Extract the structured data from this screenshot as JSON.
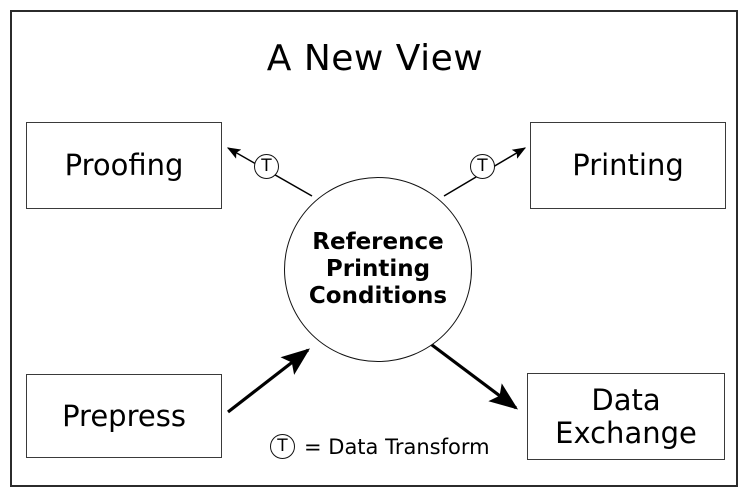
{
  "diagram": {
    "title": "A New View",
    "hub": {
      "label_lines": [
        "Reference",
        "Printing",
        "Conditions"
      ],
      "label": "Reference Printing Conditions"
    },
    "nodes": [
      {
        "id": "proofing",
        "label": "Proofing"
      },
      {
        "id": "printing",
        "label": "Printing"
      },
      {
        "id": "prepress",
        "label": "Prepress"
      },
      {
        "id": "data-exchange",
        "label": "Data Exchange",
        "label_lines": [
          "Data",
          "Exchange"
        ]
      }
    ],
    "badges": {
      "transform_symbol": "T"
    },
    "legend": {
      "symbol": "T",
      "text": "= Data Transform"
    },
    "edges": [
      {
        "from": "hub",
        "to": "proofing",
        "has_transform_badge": true,
        "direction": "to-proofing"
      },
      {
        "from": "hub",
        "to": "printing",
        "has_transform_badge": true,
        "direction": "to-printing"
      },
      {
        "from": "prepress",
        "to": "hub",
        "has_transform_badge": false,
        "direction": "to-hub"
      },
      {
        "from": "hub",
        "to": "data-exchange",
        "has_transform_badge": false,
        "direction": "to-data-exchange"
      }
    ],
    "colors": {
      "frame_border": "#2b2b2b",
      "box_border": "#3a3a3a",
      "line": "#000000",
      "background": "#ffffff",
      "text": "#000000"
    }
  }
}
